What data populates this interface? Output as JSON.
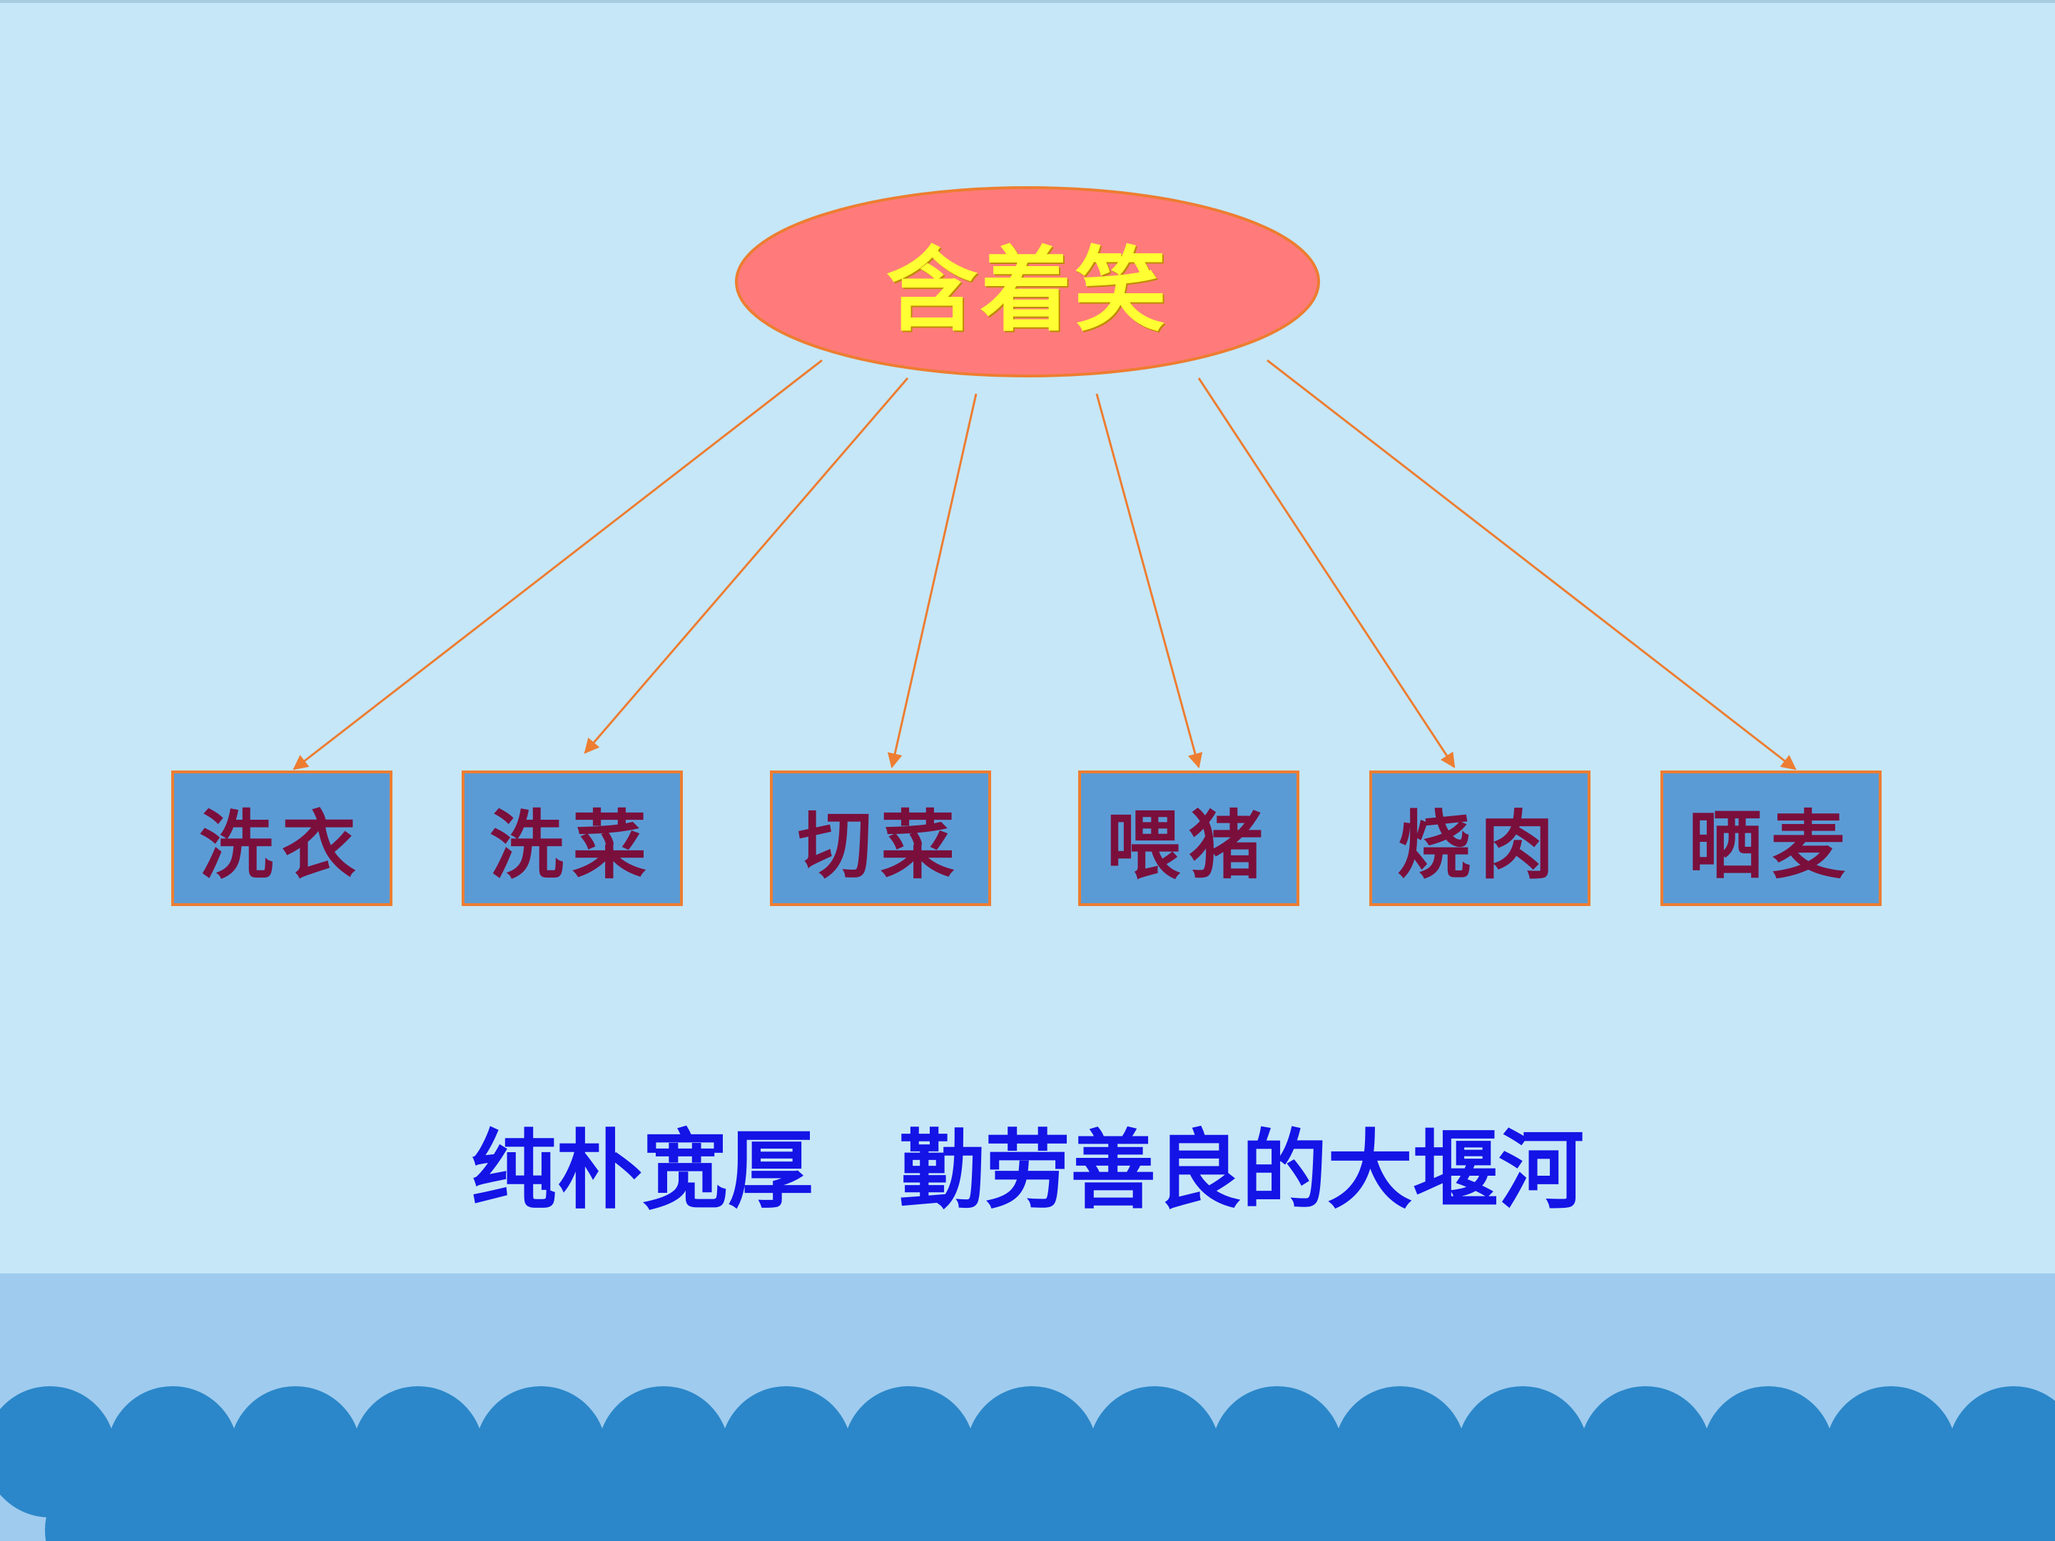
{
  "colors": {
    "background": "#c6e7f8",
    "bottom_band": "#9fcbee",
    "wave": "#2b87c9",
    "center_fill": "#ff7b7b",
    "center_text": "#ffff33",
    "node_fill": "#5b9bd5",
    "node_border": "#ed7d31",
    "node_text": "#7a0f3c",
    "arrow": "#ed7d31",
    "conclusion_text": "#1414e6"
  },
  "diagram": {
    "center": "含着笑",
    "nodes": [
      {
        "label": "洗衣"
      },
      {
        "label": "洗菜"
      },
      {
        "label": "切菜"
      },
      {
        "label": "喂猪"
      },
      {
        "label": "烧肉"
      },
      {
        "label": "晒麦"
      }
    ]
  },
  "conclusion": "纯朴宽厚　勤劳善良的大堰河"
}
